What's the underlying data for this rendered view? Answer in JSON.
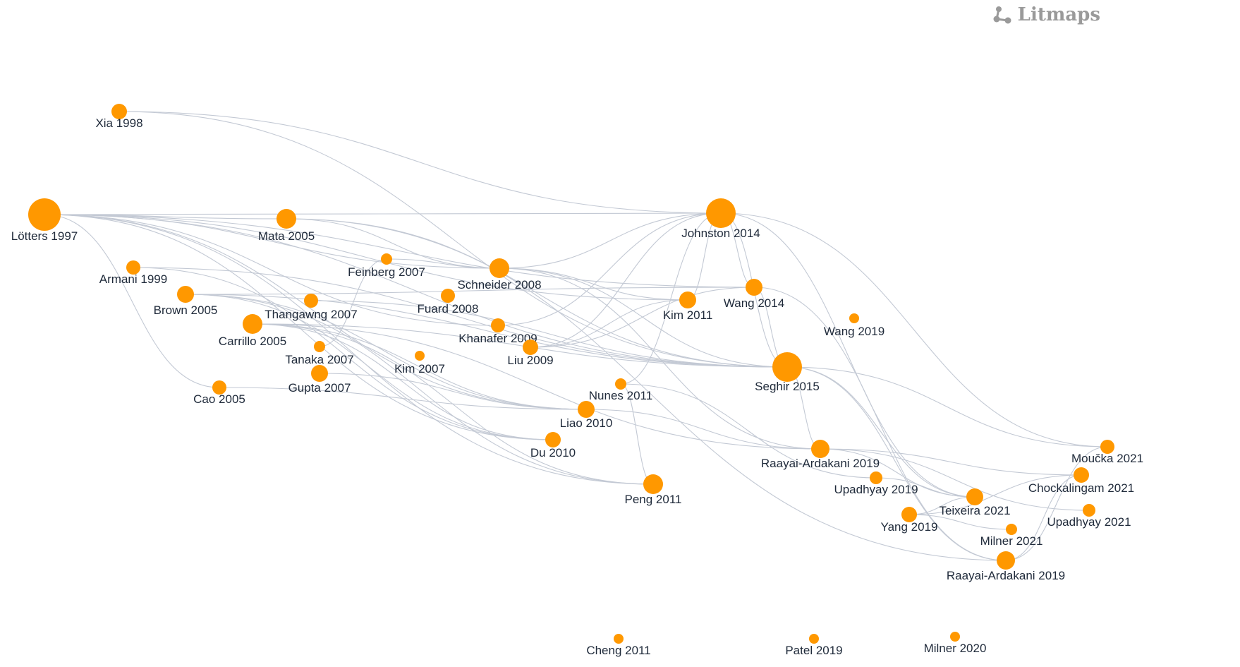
{
  "brand": {
    "name": "Litmaps",
    "icon": "litmaps-logo-icon"
  },
  "colors": {
    "node": "#ff9800",
    "edge": "#c3c9d4",
    "label": "#1f2a3a",
    "brand": "#9a9a9a"
  },
  "papers": [
    {
      "id": "xia1998",
      "label": "Xia 1998"
    },
    {
      "id": "lotters1997",
      "label": "Lötters 1997"
    },
    {
      "id": "mata2005",
      "label": "Mata 2005"
    },
    {
      "id": "johnston2014",
      "label": "Johnston 2014"
    },
    {
      "id": "feinberg2007",
      "label": "Feinberg 2007"
    },
    {
      "id": "armani1999",
      "label": "Armani 1999"
    },
    {
      "id": "schneider2008",
      "label": "Schneider 2008"
    },
    {
      "id": "wang2014",
      "label": "Wang 2014"
    },
    {
      "id": "brown2005",
      "label": "Brown 2005"
    },
    {
      "id": "fuard2008",
      "label": "Fuard 2008"
    },
    {
      "id": "thangawng2007",
      "label": "Thangawng 2007"
    },
    {
      "id": "kim2011",
      "label": "Kim 2011"
    },
    {
      "id": "wang2019",
      "label": "Wang 2019"
    },
    {
      "id": "carrillo2005",
      "label": "Carrillo 2005"
    },
    {
      "id": "khanafer2009",
      "label": "Khanafer 2009"
    },
    {
      "id": "tanaka2007",
      "label": "Tanaka 2007"
    },
    {
      "id": "liu2009",
      "label": "Liu 2009"
    },
    {
      "id": "kim2007",
      "label": "Kim 2007"
    },
    {
      "id": "seghir2015",
      "label": "Seghir 2015"
    },
    {
      "id": "gupta2007",
      "label": "Gupta 2007"
    },
    {
      "id": "cao2005",
      "label": "Cao 2005"
    },
    {
      "id": "nunes2011",
      "label": "Nunes 2011"
    },
    {
      "id": "liao2010",
      "label": "Liao 2010"
    },
    {
      "id": "moucka2021",
      "label": "Moučka 2021"
    },
    {
      "id": "du2010",
      "label": "Du 2010"
    },
    {
      "id": "raayai2019a",
      "label": "Raayai-Ardakani 2019"
    },
    {
      "id": "chockalingam2021",
      "label": "Chockalingam 2021"
    },
    {
      "id": "peng2011",
      "label": "Peng 2011"
    },
    {
      "id": "upadhyay2019",
      "label": "Upadhyay 2019"
    },
    {
      "id": "teixeira2021",
      "label": "Teixeira 2021"
    },
    {
      "id": "upadhyay2021",
      "label": "Upadhyay 2021"
    },
    {
      "id": "yang2019",
      "label": "Yang 2019"
    },
    {
      "id": "milner2021",
      "label": "Milner 2021"
    },
    {
      "id": "raayai2019b",
      "label": "Raayai-Ardakani 2019"
    },
    {
      "id": "cheng2011",
      "label": "Cheng 2011"
    },
    {
      "id": "patel2019",
      "label": "Patel 2019"
    },
    {
      "id": "milner2020",
      "label": "Milner 2020"
    }
  ],
  "links": [
    [
      "xia1998",
      "johnston2014"
    ],
    [
      "xia1998",
      "seghir2015"
    ],
    [
      "lotters1997",
      "johnston2014"
    ],
    [
      "lotters1997",
      "mata2005"
    ],
    [
      "lotters1997",
      "schneider2008"
    ],
    [
      "lotters1997",
      "seghir2015"
    ],
    [
      "lotters1997",
      "du2010"
    ],
    [
      "lotters1997",
      "peng2011"
    ],
    [
      "lotters1997",
      "liao2010"
    ],
    [
      "lotters1997",
      "cao2005"
    ],
    [
      "lotters1997",
      "wang2014"
    ],
    [
      "lotters1997",
      "kim2011"
    ],
    [
      "lotters1997",
      "khanafer2009"
    ],
    [
      "mata2005",
      "schneider2008"
    ],
    [
      "mata2005",
      "seghir2015"
    ],
    [
      "johnston2014",
      "schneider2008"
    ],
    [
      "johnston2014",
      "wang2014"
    ],
    [
      "johnston2014",
      "seghir2015"
    ],
    [
      "johnston2014",
      "liu2009"
    ],
    [
      "johnston2014",
      "nunes2011"
    ],
    [
      "johnston2014",
      "moucka2021"
    ],
    [
      "johnston2014",
      "teixeira2021"
    ],
    [
      "johnston2014",
      "kim2011"
    ],
    [
      "johnston2014",
      "khanafer2009"
    ],
    [
      "feinberg2007",
      "schneider2008"
    ],
    [
      "feinberg2007",
      "tanaka2007"
    ],
    [
      "armani1999",
      "seghir2015"
    ],
    [
      "armani1999",
      "du2010"
    ],
    [
      "schneider2008",
      "seghir2015"
    ],
    [
      "schneider2008",
      "raayai2019a"
    ],
    [
      "schneider2008",
      "kim2011"
    ],
    [
      "brown2005",
      "wang2014"
    ],
    [
      "brown2005",
      "seghir2015"
    ],
    [
      "brown2005",
      "du2010"
    ],
    [
      "brown2005",
      "peng2011"
    ],
    [
      "brown2005",
      "liao2010"
    ],
    [
      "thangawng2007",
      "seghir2015"
    ],
    [
      "carrillo2005",
      "seghir2015"
    ],
    [
      "carrillo2005",
      "du2010"
    ],
    [
      "carrillo2005",
      "peng2011"
    ],
    [
      "carrillo2005",
      "liao2010"
    ],
    [
      "carrillo2005",
      "raayai2019a"
    ],
    [
      "wang2014",
      "seghir2015"
    ],
    [
      "wang2014",
      "liu2009"
    ],
    [
      "wang2014",
      "raayai2019b"
    ],
    [
      "kim2011",
      "liu2009"
    ],
    [
      "seghir2015",
      "raayai2019a"
    ],
    [
      "seghir2015",
      "teixeira2021"
    ],
    [
      "seghir2015",
      "moucka2021"
    ],
    [
      "seghir2015",
      "raayai2019b"
    ],
    [
      "gupta2007",
      "liao2010"
    ],
    [
      "cao2005",
      "liao2010"
    ],
    [
      "nunes2011",
      "peng2011"
    ],
    [
      "nunes2011",
      "upadhyay2019"
    ],
    [
      "liao2010",
      "raayai2019a"
    ],
    [
      "raayai2019a",
      "chockalingam2021"
    ],
    [
      "raayai2019a",
      "teixeira2021"
    ],
    [
      "raayai2019a",
      "upadhyay2021"
    ],
    [
      "upadhyay2019",
      "teixeira2021"
    ],
    [
      "yang2019",
      "teixeira2021"
    ],
    [
      "yang2019",
      "milner2021"
    ],
    [
      "chockalingam2021",
      "yang2019"
    ],
    [
      "chockalingam2021",
      "raayai2019b"
    ],
    [
      "moucka2021",
      "raayai2019b"
    ],
    [
      "mata2005",
      "raayai2019b"
    ]
  ]
}
